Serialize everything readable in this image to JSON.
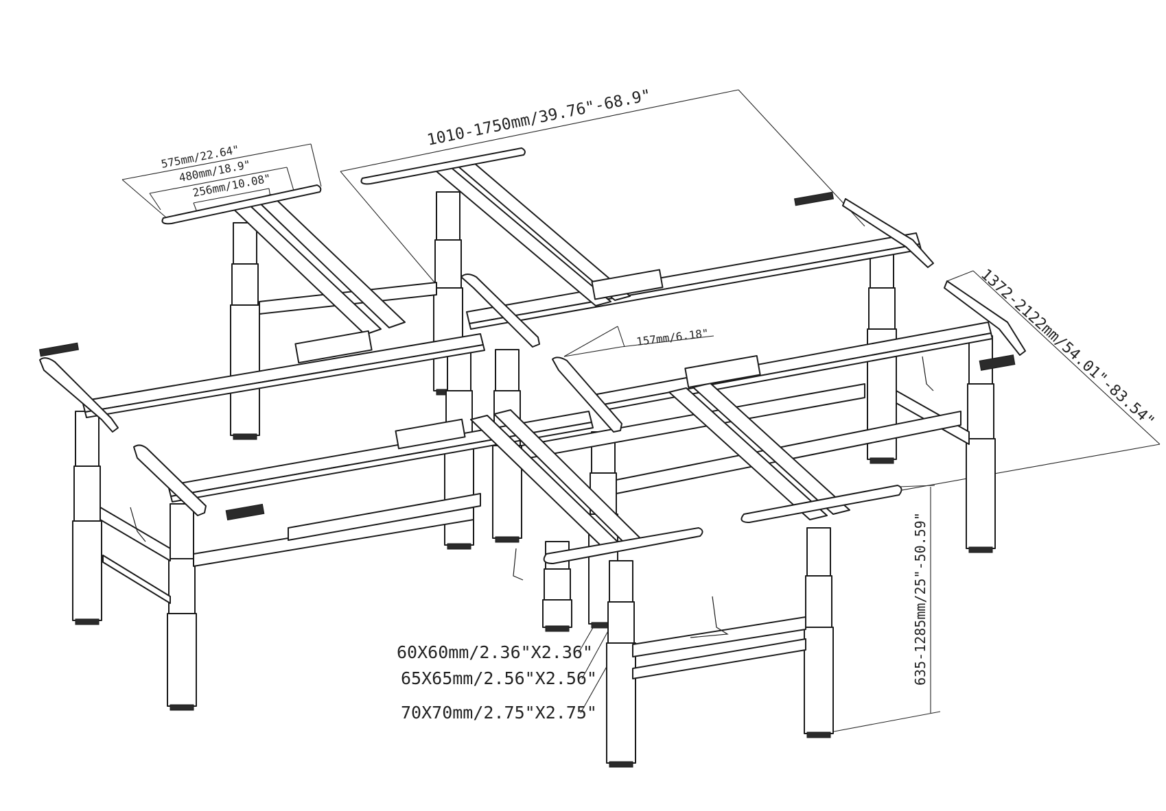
{
  "drawing_title": "",
  "colors": {
    "line": "#1a1a1a",
    "background": "#ffffff"
  },
  "dimensions": {
    "frame_width": "1010-1750mm/39.76\"-68.9\"",
    "foot_length": "575mm/22.64\"",
    "foot_mount_outer": "480mm/18.9\"",
    "foot_mount_inner": "256mm/10.08\"",
    "gap": "157mm/6.18\"",
    "frame_depth": "1372-2122mm/54.01\"-83.54\"",
    "height_range": "635-1285mm/25\"-50.59\"",
    "column_top": "60X60mm/2.36\"X2.36\"",
    "column_middle": "65X65mm/2.56\"X2.56\"",
    "column_bottom": "70X70mm/2.75\"X2.75\""
  }
}
